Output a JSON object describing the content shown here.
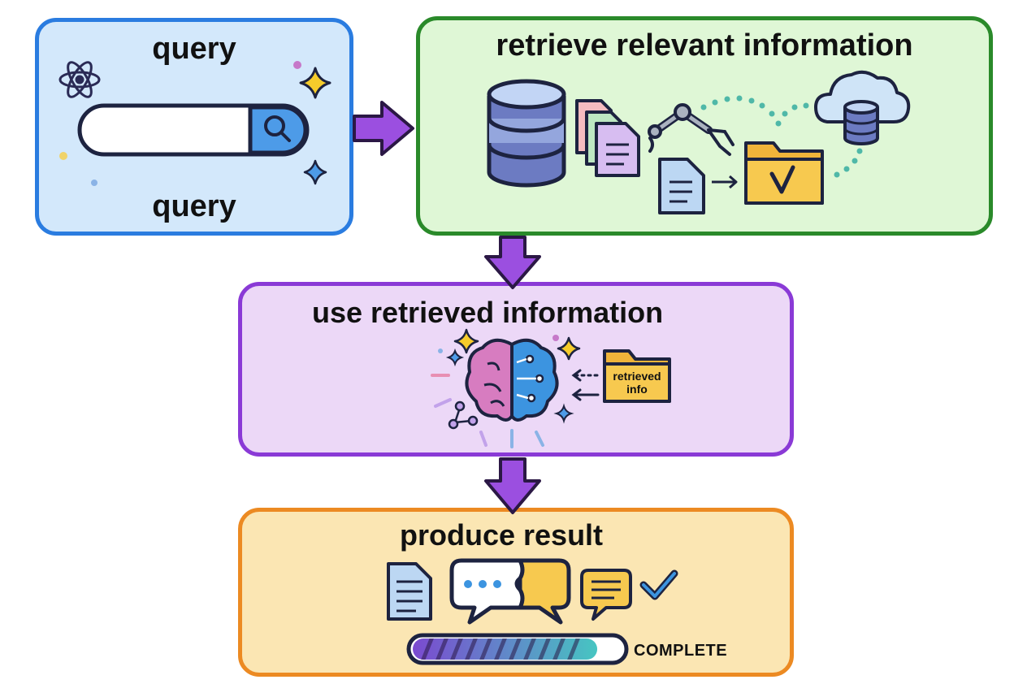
{
  "nodes": {
    "query": {
      "title_top": "query",
      "title_bottom": "query"
    },
    "retrieve": {
      "title": "retrieve relevant information"
    },
    "use": {
      "title": "use retrieved information",
      "folder_label_line1": "retrieved",
      "folder_label_line2": "info"
    },
    "produce": {
      "title": "produce result",
      "progress_label": "COMPLETE",
      "progress": 0.88
    }
  },
  "edges": [
    {
      "from": "query",
      "to": "retrieve"
    },
    {
      "from": "retrieve",
      "to": "use"
    },
    {
      "from": "use",
      "to": "produce"
    }
  ],
  "colors": {
    "query_border": "#2a7ce0",
    "retrieve_border": "#2a8a2a",
    "use_border": "#8a3ad6",
    "produce_border": "#ec8a22",
    "arrow": "#9b4fe0"
  },
  "icons": [
    "atom-icon",
    "search-icon",
    "sparkle-icon",
    "database-icon",
    "documents-icon",
    "robot-arm-icon",
    "document-icon",
    "folder-check-icon",
    "cloud-database-icon",
    "brain-icon",
    "folder-icon",
    "chat-bubbles-icon",
    "check-icon"
  ]
}
